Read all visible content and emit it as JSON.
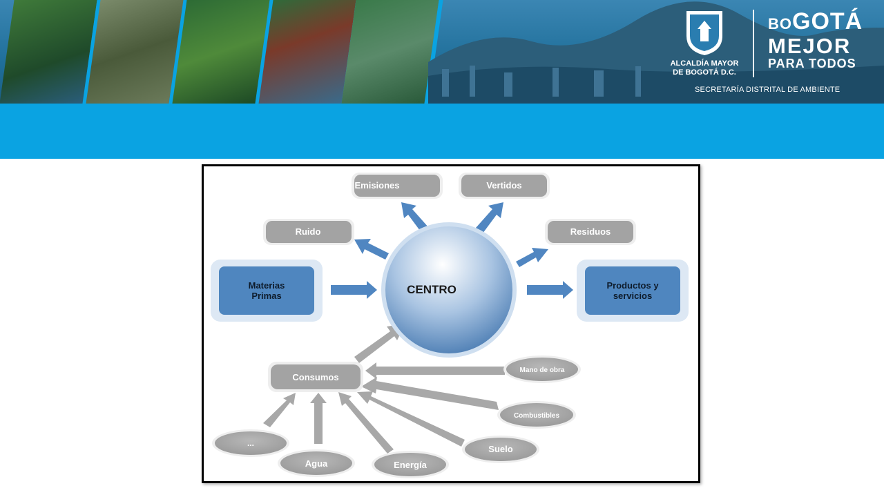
{
  "header": {
    "logo_line1": "ALCALDÍA MAYOR",
    "logo_line2": "DE BOGOTÁ D.C.",
    "slogan_small": "BO",
    "slogan_big": "GOTÁ",
    "slogan_line2": "MEJOR",
    "slogan_line3": "PARA TODOS",
    "secretaria": "SECRETARÍA DISTRITAL DE AMBIENTE"
  },
  "diagram": {
    "center": "CENTRO",
    "input": [
      "Materias",
      "Primas"
    ],
    "output": [
      "Productos y",
      "servicios"
    ],
    "outputs_top": [
      "Emisiones",
      "Vertidos",
      "Ruido",
      "Residuos"
    ],
    "consumos": "Consumos",
    "consumos_inputs": [
      "...",
      "Agua",
      "Energía",
      "Suelo",
      "Combustibles",
      "Mano de obra"
    ]
  },
  "colors": {
    "header_blue": "#0aa3e2",
    "node_blue": "#4f86bf",
    "gray_node": "#a3a3a3",
    "arrow_blue": "#5086c1",
    "arrow_gray": "#a8a8a8"
  }
}
